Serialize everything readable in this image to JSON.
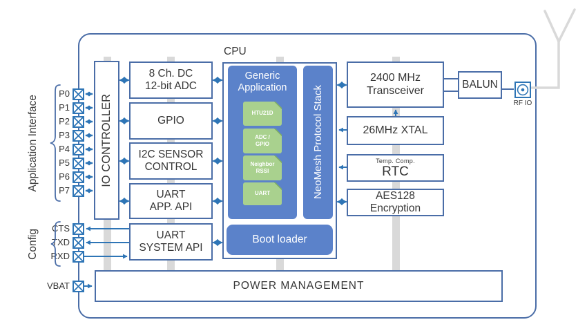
{
  "colors": {
    "box_border_blue": "#4a6da7",
    "arrow_blue": "#2e75b6",
    "block_fill_blue": "#5b82ca",
    "module_fill_green": "#a9d18e",
    "power_rail_gray": "#d9d9d9",
    "text_dark": "#363636"
  },
  "labels": {
    "cpu": "CPU",
    "application_interface": "Application Interface",
    "config": "Config",
    "rf_io": "RF IO"
  },
  "pins": {
    "application": [
      "P0",
      "P1",
      "P2",
      "P3",
      "P4",
      "P5",
      "P6",
      "P7"
    ],
    "config": [
      "CTS",
      "TXD",
      "RXD"
    ],
    "power": [
      "VBAT"
    ]
  },
  "blocks": {
    "io_controller": "IO CONTROLLER",
    "adc": "8 Ch. DC\n12-bit ADC",
    "gpio": "GPIO",
    "i2c": "I2C SENSOR\nCONTROL",
    "uart_app": "UART\nAPP. API",
    "uart_system": "UART\nSYSTEM API",
    "generic_application": "Generic\nApplication",
    "app_modules": [
      "HTU21D",
      "ADC /\nGPIO",
      "Neighbor\nRSSI",
      "UART"
    ],
    "neomesh": "NeoMesh Protocol Stack",
    "boot_loader": "Boot loader",
    "transceiver": "2400 MHz\nTransceiver",
    "xtal": "26MHz XTAL",
    "rtc_sub": "Temp. Comp.",
    "rtc": "RTC",
    "aes": "AES128\nEncryption",
    "balun": "BALUN",
    "power_management": "POWER MANAGEMENT"
  }
}
